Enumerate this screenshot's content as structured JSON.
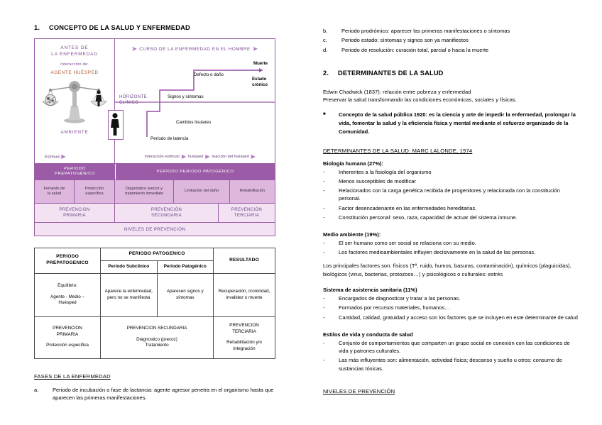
{
  "left_column": {
    "section1_number": "1.",
    "section1_title": "CONCEPTO DE LA SALUD Y ENFERMEDAD",
    "diagram": {
      "left_panel": {
        "title": "ANTES  DE\nLA ENFERMEDAD",
        "title_line1": "ANTES  DE",
        "title_line2": "LA ENFERMEDAD",
        "interaction_label": "Interacción de:",
        "agent_host": "AGENTE   HUÉSPED",
        "environment": "AMBIENTE",
        "stimulus": "Estímulo"
      },
      "right_panel": {
        "header": "CURSO DE LA ENFERMEDAD EN EL HOMBRE",
        "death": "Muerte",
        "chronic_state_line1": "Estado",
        "chronic_state_line2": "crónico",
        "defect_damage": "Defecto o daño",
        "clinical_horizon_line1": "HORIZONTE",
        "clinical_horizon_line2": "CLÍNICO",
        "signs_symptoms": "Signos y síntomas",
        "tissue_changes": "Cambios tisulares",
        "latency_period": "Período de latencia",
        "interaction_sequence": [
          "interacción  estímulo",
          "huésped",
          "reacción del huésped"
        ]
      },
      "band_periods": {
        "prepatogenico_line1": "PERIODO",
        "prepatogenico_line2": "PREPATOGÉNICO",
        "patogenico": "PERÍODO PERIODO  PATOGÉNICO"
      },
      "band_actions": [
        "Fomento de\nla salud",
        "Protección\nespecífica",
        "Diagnóstico precoz y\ntratamiento inmediato",
        "Limitación del daño",
        "Rehabilitación"
      ],
      "band_actions_lines": [
        [
          "Fomento de",
          "la salud"
        ],
        [
          "Protección",
          "específica"
        ],
        [
          "Diagnóstico precoz y",
          "tratamiento inmediato"
        ],
        [
          "Limitación del daño",
          ""
        ],
        [
          "Rehabilitación",
          ""
        ]
      ],
      "band_prevention": [
        [
          "PREVENCIÓN",
          "PRIMARIA"
        ],
        [
          "PREVENCIÓN",
          "SECUNDARIA"
        ],
        [
          "PREVENCIÓN",
          "TERCIARIA"
        ]
      ],
      "band_levels": "NIVELES DE PREVENCIÓN"
    },
    "table": {
      "header_row": [
        "PERIODO PREPATOGENICO",
        "PERIODO PATOGENICO",
        "RESULTADO"
      ],
      "header_prepato_line1": "PERIODO",
      "header_prepato_line2": "PREPATOGENICO",
      "header_pato": "PERIODO PATOGENICO",
      "header_resultado": "RESULTADO",
      "subheader": [
        "Periodo Subclinico",
        "Periodo Patogénico"
      ],
      "row_states": {
        "c1_line1": "Equilibrio:",
        "c1_line2": "Agente - Medio –",
        "c1_line3": "Huésped",
        "c2": "Aparece la enfermedad, pero no se manifiesta",
        "c3": "Aparecen signos y síntomas",
        "c4": "Recuperación, cronicidad, invalidez o muerte"
      },
      "row_prevention": {
        "c1_line1": "PREVENCION",
        "c1_line2": "PRIMARIA",
        "c1_line3": "Protección específica",
        "c2_line1": "PREVENCION SECUNDARIA",
        "c2_line2": "Diagnostico (precoz)",
        "c2_line3": "Tratamiento",
        "c3_line1": "PREVENCION",
        "c3_line2": "TERCIARIA",
        "c3_line3": "Rehabilitación y/o",
        "c3_line4": "Integración"
      }
    },
    "fases_heading": "FASES DE LA ENFERMEDAD",
    "fases_items": [
      {
        "marker": "a.",
        "text": "Periodo de incubación o fase de lactancia: agente agresor penetra en el organismo hasta que aparecen las primeras manifestaciones."
      }
    ]
  },
  "right_column": {
    "fases_continued": [
      {
        "marker": "b.",
        "text": "Periodo prodrómico: aparecer las primeras manifestaciones o síntomas"
      },
      {
        "marker": "c.",
        "text": "Periodo estado: síntomas y signos son ya manifiestos"
      },
      {
        "marker": "d.",
        "text": "Periodo de resolución: curación total, parcial o hacia la muerte"
      }
    ],
    "section2_number": "2.",
    "section2_title": "DETERMINANTES DE LA SALUD",
    "chadwick_line1": "Edwin Chadwick (1837): relación entre pobreza y enfermedad",
    "chadwick_line2": "Preservar la salud transformando las condiciones económicas, sociales y físicas.",
    "salud_publica_bullet": "Concepto de la salud pública 1920: es la ciencia y arte de impedir la enfermedad, prolongar la vida, fomentar la salud y la eficiencia física y mental mediante el esfuerzo organizado de la Comunidad.",
    "lalonde_heading": "DETERMINANTES DE LA SALUD: MARC LALONDE, 1974",
    "determinants": [
      {
        "title": "Biología humana (27%):",
        "items": [
          "Inherentes a la fisiología del organismo",
          "Menos susceptibles de modificar",
          "Relacionados con la carga genética recibida de progenitores y relacionada con la constitución personal.",
          "Factor desencadenante en las enfermedades hereditarias.",
          "Constitución personal: sexo, raza, capacidad de actuar del sistema inmune."
        ],
        "notes": []
      },
      {
        "title": "Medio ambiente (19%):",
        "items": [
          "El ser humano como ser social se relaciona con su medio.",
          "Los factores medioambientales influyen decisivamente en la salud de las personas."
        ],
        "notes": [
          "Los principales factores son: físicos (Tª, ruido, humos, basuras, contaminación), químicos (plaguicidas), biológicos (virus, bacterias, protozoos…) y psicológicos o culturales: estrés"
        ]
      },
      {
        "title": "Sistema de asistencia sanitaria (11%)",
        "items": [
          "Encargados de diagnosticar y tratar a las personas.",
          "Formados por recursos materiales, humanos…",
          "Cantidad, calidad, gratuidad y acceso son los factores que se incluyen en este determinante de salud"
        ],
        "notes": []
      },
      {
        "title": "Estilos de vida y conducta de salud",
        "items": [
          "Conjunto de comportamientos que comparten un grupo social en conexión con las condiciones de vida y patrones culturales.",
          "Las más influyentes son: alimentación, actividad física; descanso y sueño u otros: consumo de sustancias tóxicas."
        ],
        "notes": []
      }
    ],
    "niveles_heading": "NIVELES DE PREVENCIÓN"
  },
  "colors": {
    "purple_border": "#9b5ba6",
    "purple_band": "#9b5ba6",
    "light_purple_band": "#ddb7de",
    "lightest_purple_band": "#f2e2f2",
    "purple_text": "#7b4b94",
    "orange_text": "#b35a2e"
  }
}
